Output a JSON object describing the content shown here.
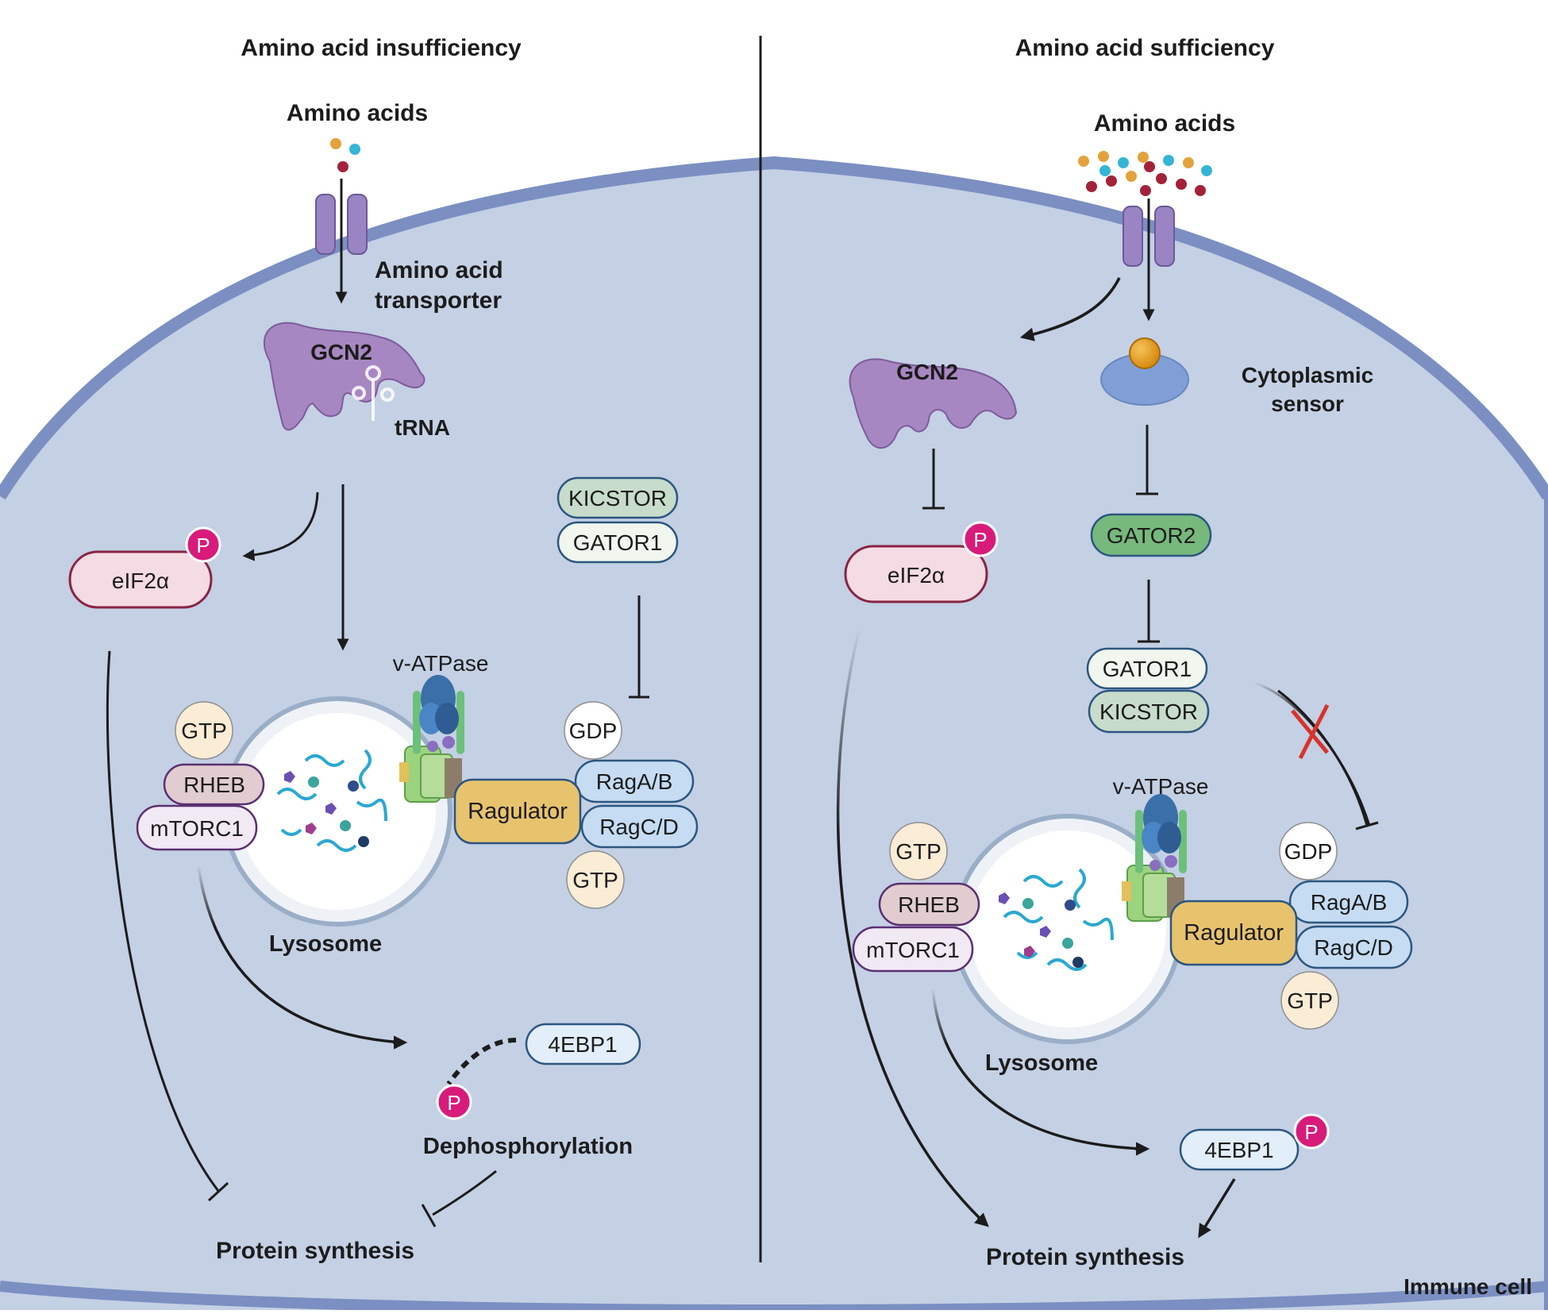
{
  "left": {
    "title": "Amino acid insufficiency",
    "amino_acids": "Amino acids",
    "transporter_line1": "Amino acid",
    "transporter_line2": "transporter",
    "gcn2": "GCN2",
    "trna": "tRNA",
    "eif2a": "eIF2α",
    "p": "P",
    "kicstor": "KICSTOR",
    "gator1": "GATOR1",
    "vatpase": "v-ATPase",
    "gtp_top": "GTP",
    "rheb": "RHEB",
    "mtorc1": "mTORC1",
    "gdp": "GDP",
    "raga_b": "RagA/B",
    "ragulator": "Ragulator",
    "ragc_d": "RagC/D",
    "gtp_bottom": "GTP",
    "lysosome": "Lysosome",
    "four_ebp1": "4EBP1",
    "dephosphorylation": "Dephosphorylation",
    "protein_synthesis": "Protein synthesis"
  },
  "right": {
    "title": "Amino acid sufficiency",
    "amino_acids": "Amino acids",
    "gcn2": "GCN2",
    "cytoplasmic_sensor_line1": "Cytoplasmic",
    "cytoplasmic_sensor_line2": "sensor",
    "eif2a": "eIF2α",
    "p": "P",
    "gator2": "GATOR2",
    "gator1": "GATOR1",
    "kicstor": "KICSTOR",
    "vatpase": "v-ATPase",
    "gtp_top": "GTP",
    "rheb": "RHEB",
    "mtorc1": "mTORC1",
    "gdp": "GDP",
    "raga_b": "RagA/B",
    "ragulator": "Ragulator",
    "ragc_d": "RagC/D",
    "gtp_bottom": "GTP",
    "lysosome": "Lysosome",
    "four_ebp1": "4EBP1",
    "protein_synthesis": "Protein synthesis"
  },
  "immune_cell": "Immune cell",
  "colors": {
    "cell_fill": "#c4d0e4",
    "membrane": "#7b8fc2",
    "gcn2": "#a787c2",
    "eif2a_fill": "#f5dbe3",
    "eif2a_stroke": "#8a2443",
    "phospho": "#d81b7a",
    "kicstor": "#c8dccb",
    "gator1": "#f1f6ee",
    "gator2": "#77b97c",
    "rag": "#c5dcf3",
    "rag_stroke": "#2c5680",
    "ragulator": "#e8c36e",
    "gtp": "#fbecd6",
    "rheb": "#e1cdd0",
    "mtorc1": "#f1e9f4",
    "mtorc1_stroke": "#5b2f73",
    "ebp1": "#e2eef9",
    "sensor": "#7f9fd6",
    "sensor_ball": "#e2950f",
    "inhibition_x": "#d7332c"
  }
}
